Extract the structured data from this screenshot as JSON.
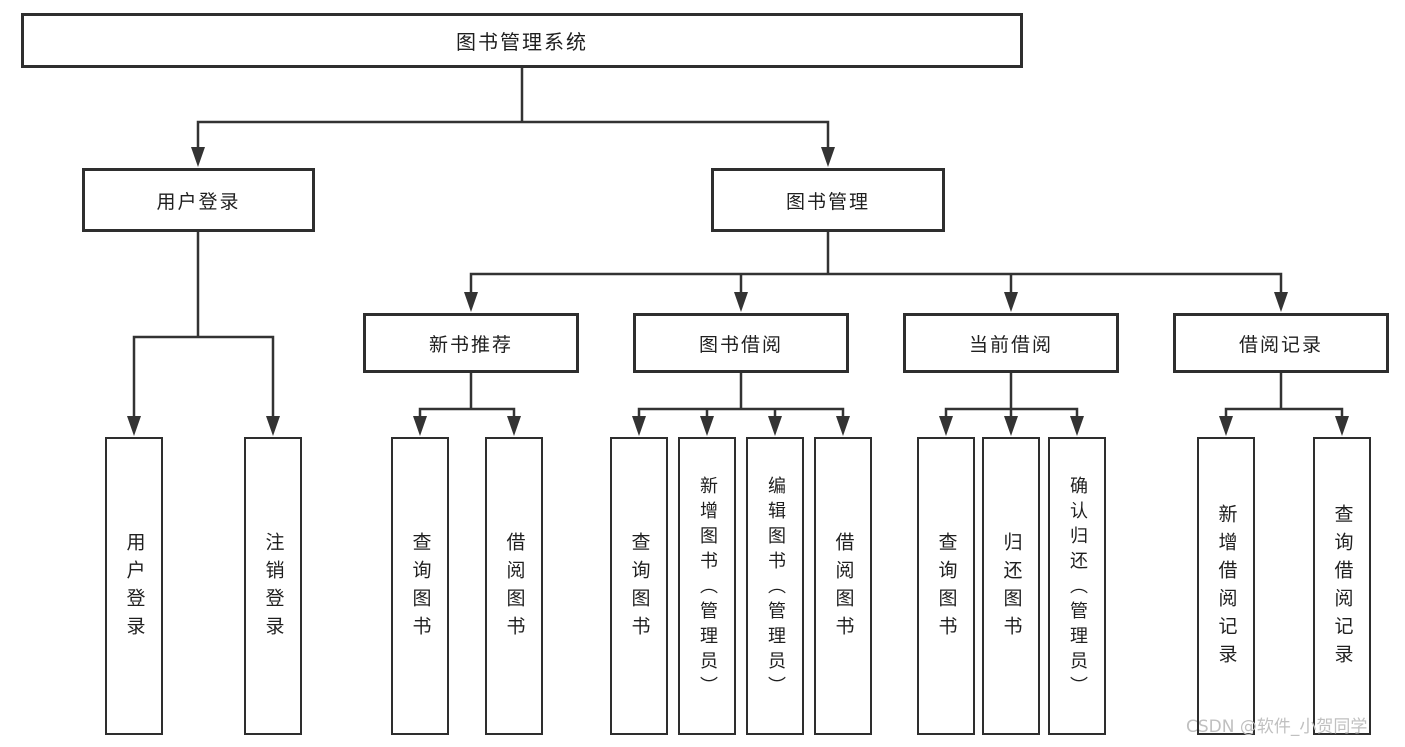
{
  "diagram": {
    "root": {
      "label": "图书管理系统"
    },
    "level2": [
      {
        "label": "用户登录"
      },
      {
        "label": "图书管理"
      }
    ],
    "level3": [
      {
        "label": "新书推荐"
      },
      {
        "label": "图书借阅"
      },
      {
        "label": "当前借阅"
      },
      {
        "label": "借阅记录"
      }
    ],
    "leaves": [
      {
        "label": "用户登录",
        "parent": "用户登录"
      },
      {
        "label": "注销登录",
        "parent": "用户登录"
      },
      {
        "label": "查询图书",
        "parent": "新书推荐"
      },
      {
        "label": "借阅图书",
        "parent": "新书推荐"
      },
      {
        "label": "查询图书",
        "parent": "图书借阅"
      },
      {
        "label": "新增图书（管理员）",
        "parent": "图书借阅"
      },
      {
        "label": "编辑图书（管理员）",
        "parent": "图书借阅"
      },
      {
        "label": "借阅图书",
        "parent": "图书借阅"
      },
      {
        "label": "查询图书",
        "parent": "当前借阅"
      },
      {
        "label": "归还图书",
        "parent": "当前借阅"
      },
      {
        "label": "确认归还（管理员）",
        "parent": "当前借阅"
      },
      {
        "label": "新增借阅记录",
        "parent": "借阅记录"
      },
      {
        "label": "查询借阅记录",
        "parent": "借阅记录"
      }
    ],
    "line_color": "#333333",
    "border_color": "#2e2e2e"
  },
  "watermark": "CSDN @软件_小贺同学"
}
